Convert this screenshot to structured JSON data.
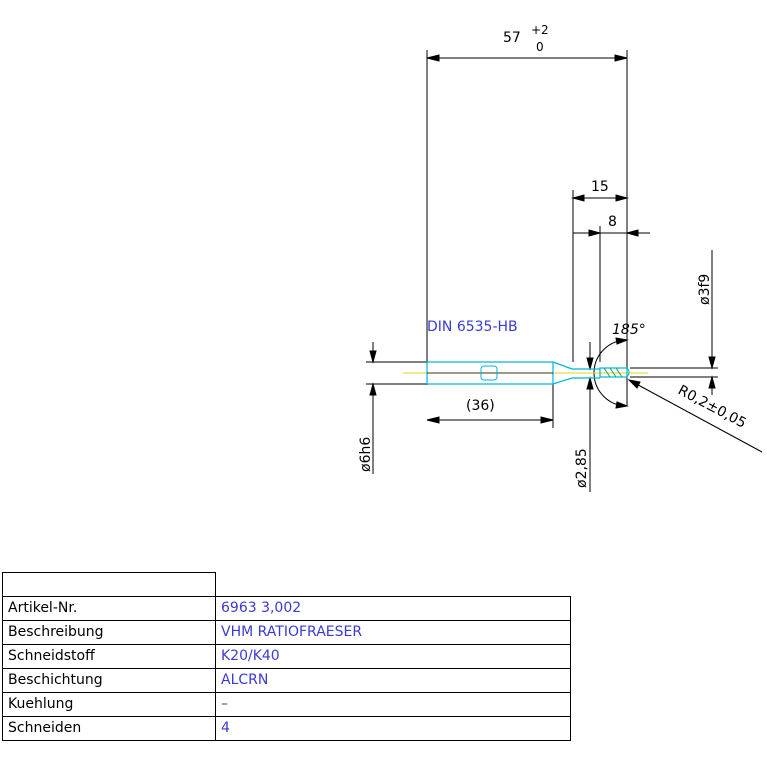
{
  "drawing": {
    "dim_overall_value": "57",
    "dim_overall_tol_upper": "+2",
    "dim_overall_tol_lower": "0",
    "dim_15": "15",
    "dim_8": "8",
    "dim_36": "(36)",
    "dia_shank": "ø6h6",
    "dia_neck": "ø2,85",
    "dia_tip": "ø3f9",
    "angle": "185°",
    "radius": "R0,2±0,05",
    "shank_standard": "DIN 6535-HB",
    "colors": {
      "line": "#000000",
      "blue": "#3a3ad6",
      "cyan": "#00b5d8",
      "yellow": "#e6d21a",
      "green": "#12a36b"
    }
  },
  "table": {
    "rows": [
      {
        "label": "Artikel-Nr.",
        "value": "6963 3,002"
      },
      {
        "label": "Beschreibung",
        "value": "VHM RATIOFRAESER"
      },
      {
        "label": "Schneidstoff",
        "value": "K20/K40"
      },
      {
        "label": "Beschichtung",
        "value": "ALCRN"
      },
      {
        "label": "Kuehlung",
        "value": "–"
      },
      {
        "label": "Schneiden",
        "value": "4"
      }
    ]
  }
}
